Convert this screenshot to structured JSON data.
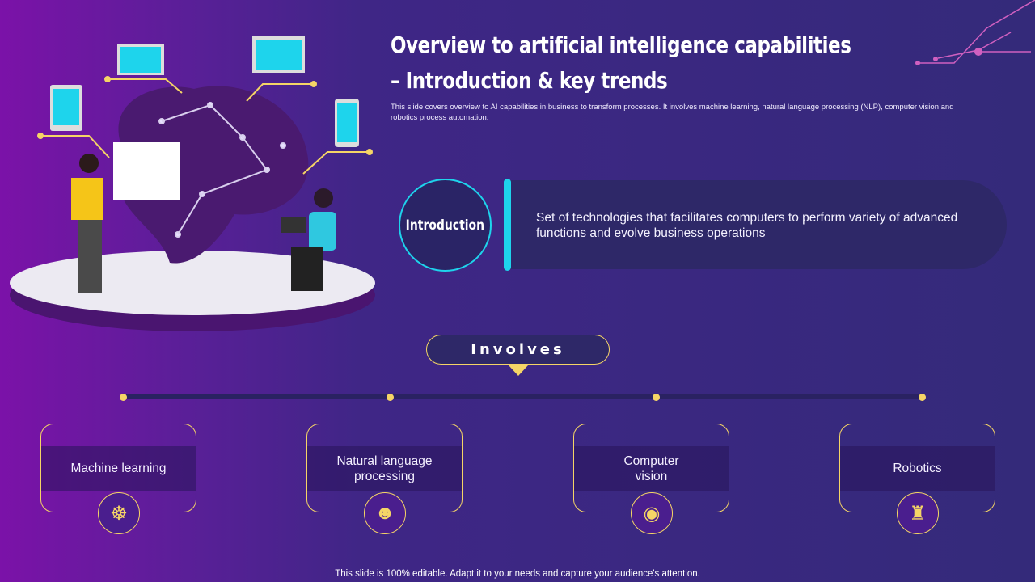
{
  "title": "Overview to artificial intelligence capabilities – Introduction & key trends",
  "subtitle": "This slide covers overview to AI capabilities in business to transform processes. It involves machine learning, natural language processing (NLP), computer vision and robotics process automation.",
  "introduction": {
    "label": "Introduction",
    "text": "Set of technologies that facilitates computers to perform variety of advanced functions and evolve business operations"
  },
  "involves_label": "Involves",
  "items": [
    {
      "label": "Machine learning",
      "icon": "ai-head-icon"
    },
    {
      "label": "Natural language processing",
      "icon": "conversation-icon"
    },
    {
      "label": "Computer vision",
      "icon": "laptop-eye-icon"
    },
    {
      "label": "Robotics",
      "icon": "robot-icon"
    }
  ],
  "footer": "This slide is 100% editable. Adapt it to your needs and capture your audience's attention.",
  "colors": {
    "accent": "#f5d566",
    "cyan": "#1ed4ec"
  }
}
